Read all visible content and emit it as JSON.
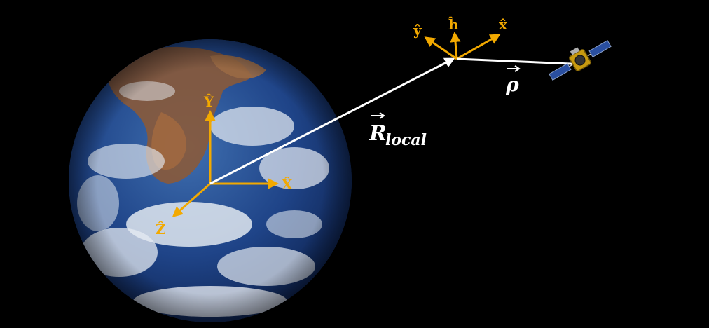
{
  "labels": {
    "earth_x": "X̂",
    "earth_y": "Ŷ",
    "earth_z": "Ẑ",
    "local_x": "x̂",
    "local_y": "ŷ",
    "local_h": "ĥ",
    "r_vector": "R",
    "r_subscript": "local",
    "rho": "ρ"
  },
  "colors": {
    "background": "#000000",
    "axis": "#F2A900",
    "vector": "#FFFFFF"
  },
  "icons": {
    "earth": "earth-globe",
    "satellite": "satellite"
  }
}
